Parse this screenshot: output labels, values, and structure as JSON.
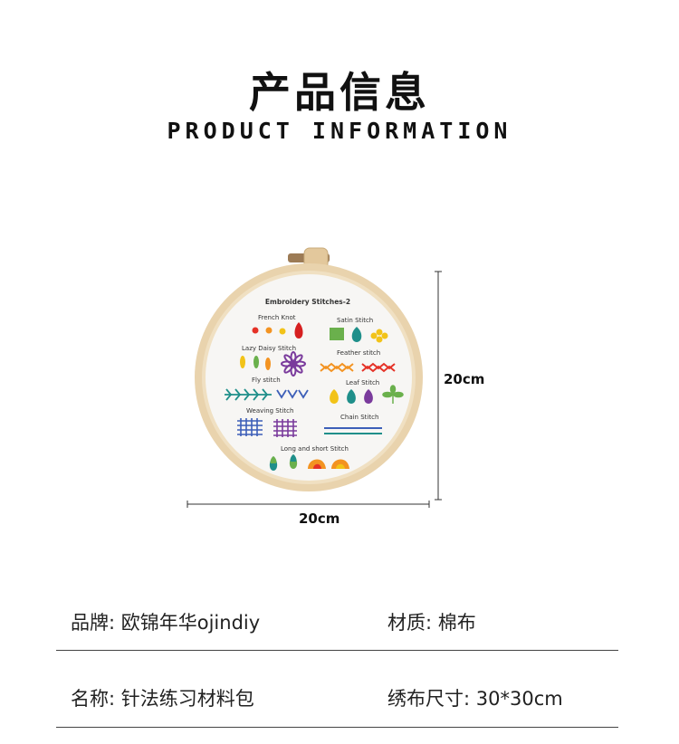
{
  "header": {
    "title_cn": "产品信息",
    "title_en": "PRODUCT INFORMATION"
  },
  "product_image": {
    "dim_vertical": "20cm",
    "dim_horizontal": "20cm",
    "sampler": {
      "title": "Embroidery Stitches-2",
      "labels": {
        "french_knot": "French Knot",
        "satin": "Satin Stitch",
        "lazy_daisy": "Lazy Daisy Stitch",
        "feather": "Feather stitch",
        "fly": "Fly stitch",
        "leaf": "Leaf Stitch",
        "weaving": "Weaving Stitch",
        "chain": "Chain Stitch",
        "long_short": "Long and short Stitch"
      }
    }
  },
  "specs": {
    "brand": "品牌: 欧锦年华ojindiy",
    "material": "材质: 棉布",
    "name": "名称: 针法练习材料包",
    "size": "绣布尺寸: 30*30cm"
  },
  "colors": {
    "hoop_wood": "#e9d3ad",
    "fabric": "#f7f6f4",
    "red": "#e53126",
    "green": "#6ab04c",
    "teal": "#1f8f8a",
    "purple": "#7a3b9c",
    "yellow": "#f2c318",
    "orange": "#f39321",
    "blue": "#3d5fb8"
  }
}
